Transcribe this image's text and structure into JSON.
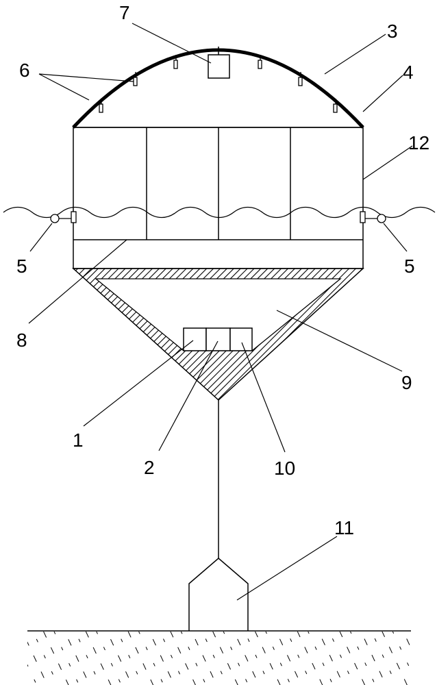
{
  "labels": {
    "l1": "1",
    "l2": "2",
    "l3": "3",
    "l4": "4",
    "l5a": "5",
    "l5b": "5",
    "l6": "6",
    "l7": "7",
    "l8": "8",
    "l9": "9",
    "l10": "10",
    "l11": "11",
    "l12": "12"
  },
  "colors": {
    "line": "#000000",
    "background": "#ffffff"
  }
}
